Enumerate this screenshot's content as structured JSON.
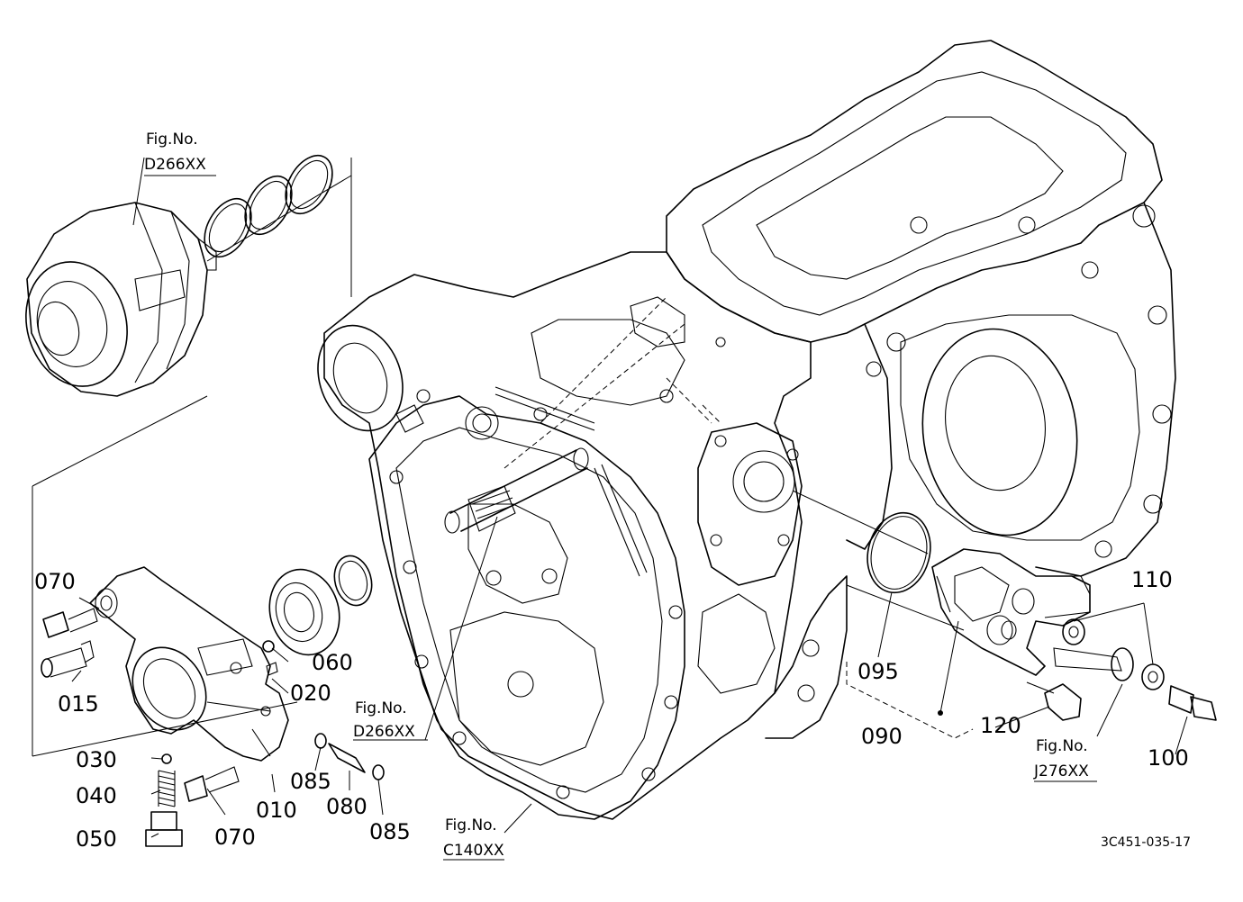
{
  "figure_refs": [
    {
      "id": "top",
      "line1": "Fig.No.",
      "line2": "D266XX"
    },
    {
      "id": "mid",
      "line1": "Fig.No.",
      "line2": "D266XX"
    },
    {
      "id": "bottom",
      "line1": "Fig.No.",
      "line2": "C140XX"
    },
    {
      "id": "right",
      "line1": "Fig.No.",
      "line2": "J276XX"
    }
  ],
  "part_numbers": {
    "p070a": "070",
    "p015": "015",
    "p030": "030",
    "p040": "040",
    "p050": "050",
    "p070b": "070",
    "p010": "010",
    "p020": "020",
    "p060": "060",
    "p085a": "085",
    "p080": "080",
    "p085b": "085",
    "p095": "095",
    "p090": "090",
    "p120": "120",
    "p110": "110",
    "p100": "100"
  },
  "drawing_code": "3C451-035-17"
}
